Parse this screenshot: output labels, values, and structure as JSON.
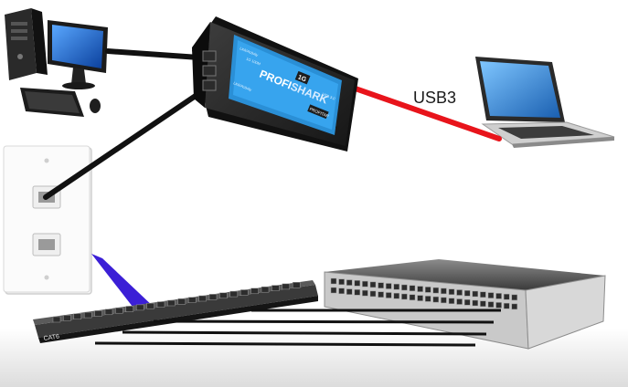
{
  "device": {
    "brand_prefix": "PROFI",
    "brand_suffix": "SHARK",
    "model_badge": "1G",
    "port_a_label": "Link/Activity",
    "port_b_label": "Link/Activity",
    "speed_label": "1G  100M",
    "usb_label": "USB 3.0",
    "badge_label": "PROFITAP"
  },
  "links": {
    "usb_label": "USB3",
    "usb_color": "#e8141b",
    "ethernet_color": "#111111",
    "trunk_color": "#3b1fd6"
  },
  "patch_panel": {
    "label": "CAT6"
  }
}
